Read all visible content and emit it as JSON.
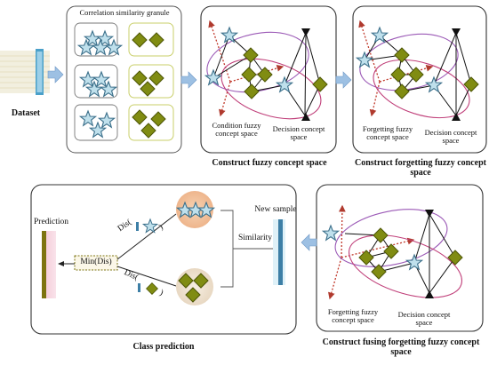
{
  "dataset": {
    "label": "Dataset"
  },
  "granule_panel": {
    "title": "Correlation similarity granule"
  },
  "fuzzy_space": {
    "condition_label": "Condition fuzzy concept space",
    "decision_label": "Decision concept space",
    "caption": "Construct fuzzy concept space"
  },
  "forgetting_space": {
    "forgetting_label": "Forgetting fuzzy concept space",
    "decision_label": "Decision concept space",
    "caption": "Construct forgetting fuzzy concept space"
  },
  "fusing_space": {
    "forgetting_label": "Forgetting fuzzy concept space",
    "decision_label": "Decision concept space",
    "caption": "Construct fusing forgetting fuzzy concept space"
  },
  "prediction_panel": {
    "prediction_label": "Prediction",
    "min_label": "Min(Dis)",
    "dis_top": "Dis(",
    "dis_bottom": "Dis(",
    "dis_close_top": ")",
    "dis_close_bottom": ")",
    "similarity_label": "Similarity",
    "new_sample_label": "New sample",
    "caption": "Class prediction"
  },
  "colors": {
    "star_fill": "#bfe0ec",
    "star_stroke": "#3b6f8a",
    "diamond_fill": "#808c12",
    "diamond_stroke": "#4d5606",
    "arrow_blue": "#9dc0e3",
    "dashed_red": "#c0392b",
    "ellipse_purple": "#9b59b6",
    "ellipse_magenta": "#c0407a",
    "green_box": "#c9cf6a",
    "peach": "#f3c7a4",
    "beige": "#f0e3d2"
  }
}
